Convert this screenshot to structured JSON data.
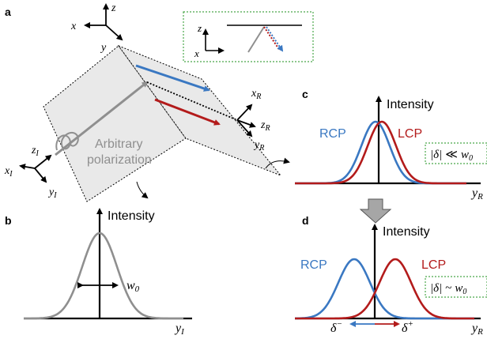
{
  "colors": {
    "rcp": "#3a78c2",
    "lcp": "#b31b1b",
    "gray": "#8f8f8f",
    "green_box": "#4aa84a",
    "plane_fill": "#e9e9e9"
  },
  "panel_a": {
    "letter": "a",
    "lab_axes": {
      "x": "x",
      "y": "y",
      "z": "z"
    },
    "incident_axes": {
      "x": "x",
      "y": "y",
      "z": "z",
      "sub": "I"
    },
    "reflected_axes": {
      "x": "x",
      "y": "y",
      "z": "z",
      "sub": "R"
    },
    "inset_axes": {
      "x": "x",
      "z": "z"
    },
    "beam_label_line1": "Arbitrary",
    "beam_label_line2": "polarization"
  },
  "panel_b": {
    "letter": "b",
    "ylabel": "Intensity",
    "xlabel_main": "y",
    "xlabel_sub": "I",
    "width_label_main": "w",
    "width_label_sub": "0"
  },
  "panel_c": {
    "letter": "c",
    "ylabel": "Intensity",
    "xlabel_main": "y",
    "xlabel_sub": "R",
    "left_label": "RCP",
    "right_label": "LCP",
    "condition_a": "|δ|",
    "condition_rel": "≪",
    "condition_b": "w",
    "condition_sub": "0"
  },
  "panel_d": {
    "letter": "d",
    "ylabel": "Intensity",
    "xlabel_main": "y",
    "xlabel_sub": "R",
    "left_label": "RCP",
    "right_label": "LCP",
    "condition_a": "|δ|",
    "condition_rel": "~",
    "condition_b": "w",
    "condition_sub": "0",
    "shift_left_main": "δ",
    "shift_left_sup": "−",
    "shift_right_main": "δ",
    "shift_right_sup": "+"
  }
}
